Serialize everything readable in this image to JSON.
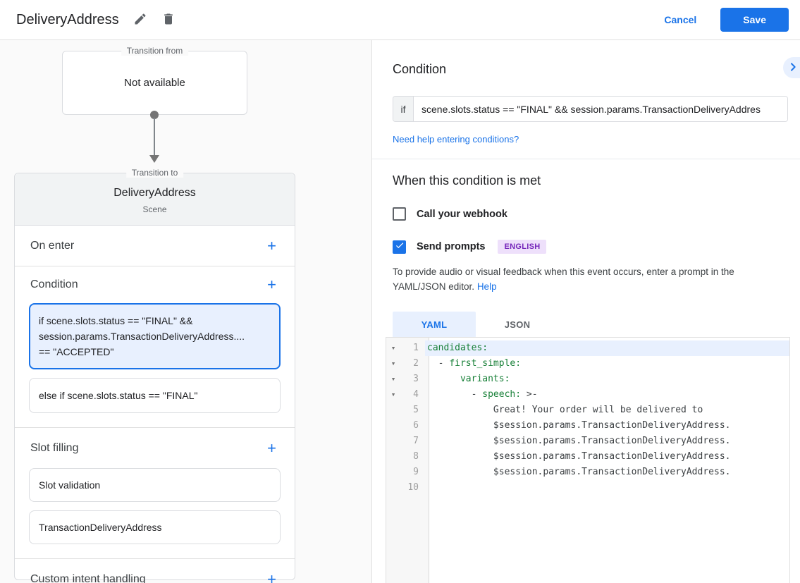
{
  "header": {
    "title": "DeliveryAddress",
    "cancel_label": "Cancel",
    "save_label": "Save"
  },
  "colors": {
    "accent_blue": "#1a73e8",
    "selection_blue_bg": "#e8f0fe",
    "yaml_key_green": "#188038",
    "badge_purple": "#7627bb",
    "badge_purple_bg": "#eee0fb"
  },
  "flow": {
    "transition_from_label": "Transition from",
    "transition_from_value": "Not available",
    "transition_to_label": "Transition to",
    "scene_title": "DeliveryAddress",
    "scene_subtitle": "Scene"
  },
  "scene_card": {
    "on_enter_label": "On enter",
    "condition_label": "Condition",
    "add_icon": "+",
    "conditions": [
      {
        "selected": true,
        "lines": [
          "if scene.slots.status == \"FINAL\" &&",
          "session.params.TransactionDeliveryAddress....",
          "== \"ACCEPTED\""
        ]
      },
      {
        "selected": false,
        "lines": [
          "else if scene.slots.status == \"FINAL\""
        ]
      }
    ],
    "slot_filling_label": "Slot filling",
    "slots": [
      "Slot validation",
      "TransactionDeliveryAddress"
    ],
    "custom_intent_label": "Custom intent handling"
  },
  "condition_panel": {
    "heading": "Condition",
    "if_label": "if",
    "condition_value": "scene.slots.status == \"FINAL\" && session.params.TransactionDeliveryAddres",
    "help_link": "Need help entering conditions?"
  },
  "when_met": {
    "heading": "When this condition is met",
    "webhook_label": "Call your webhook",
    "webhook_checked": false,
    "send_prompts_label": "Send prompts",
    "send_prompts_checked": true,
    "language_badge": "ENGLISH",
    "description": "To provide audio or visual feedback when this event occurs, enter a prompt in the YAML/JSON editor.",
    "help_label": "Help"
  },
  "editor": {
    "tabs": [
      {
        "label": "YAML",
        "active": true
      },
      {
        "label": "JSON",
        "active": false
      }
    ],
    "lines": [
      {
        "num": "1",
        "fold": true,
        "highlight": true,
        "parts": [
          [
            "candidates:",
            "key"
          ]
        ]
      },
      {
        "num": "2",
        "fold": true,
        "highlight": false,
        "parts": [
          [
            "  - ",
            "plain"
          ],
          [
            "first_simple:",
            "key"
          ]
        ]
      },
      {
        "num": "3",
        "fold": true,
        "highlight": false,
        "parts": [
          [
            "      ",
            "plain"
          ],
          [
            "variants:",
            "key"
          ]
        ]
      },
      {
        "num": "4",
        "fold": true,
        "highlight": false,
        "parts": [
          [
            "        - ",
            "plain"
          ],
          [
            "speech:",
            "key"
          ],
          [
            " >-",
            "plain"
          ]
        ]
      },
      {
        "num": "5",
        "fold": false,
        "highlight": false,
        "parts": [
          [
            "            Great! Your order will be delivered to",
            "plain"
          ]
        ]
      },
      {
        "num": "6",
        "fold": false,
        "highlight": false,
        "parts": [
          [
            "            $session.params.TransactionDeliveryAddress.",
            "plain"
          ]
        ]
      },
      {
        "num": "7",
        "fold": false,
        "highlight": false,
        "parts": [
          [
            "            $session.params.TransactionDeliveryAddress.",
            "plain"
          ]
        ]
      },
      {
        "num": "8",
        "fold": false,
        "highlight": false,
        "parts": [
          [
            "            $session.params.TransactionDeliveryAddress.",
            "plain"
          ]
        ]
      },
      {
        "num": "9",
        "fold": false,
        "highlight": false,
        "parts": [
          [
            "            $session.params.TransactionDeliveryAddress.",
            "plain"
          ]
        ]
      },
      {
        "num": "10",
        "fold": false,
        "highlight": false,
        "parts": []
      }
    ],
    "fold_icon": "▾"
  }
}
